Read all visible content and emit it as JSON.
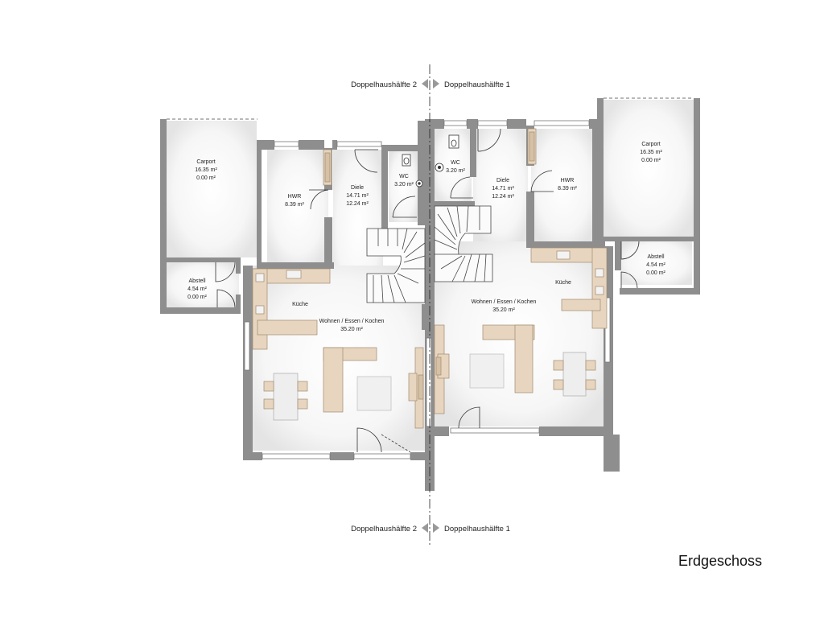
{
  "plan_title": "Erdgeschoss",
  "house_divider": {
    "left": "Doppelhaushälfte 2",
    "right": "Doppelhaushälfte 1"
  },
  "house2": {
    "carport": {
      "name": "Carport",
      "area": "16.35 m²",
      "area2": "0.00 m²"
    },
    "abstell": {
      "name": "Abstell",
      "area": "4.54 m²",
      "area2": "0.00 m²"
    },
    "hwr": {
      "name": "HWR",
      "area": "8.39 m²"
    },
    "diele": {
      "name": "Diele",
      "area": "14.71 m²",
      "area2": "12.24 m²"
    },
    "wc": {
      "name": "WC",
      "area": "3.20 m²"
    },
    "kueche": {
      "name": "Küche"
    },
    "wohnen": {
      "name": "Wohnen / Essen / Kochen",
      "area": "35.20 m²"
    }
  },
  "house1": {
    "carport": {
      "name": "Carport",
      "area": "16.35 m²",
      "area2": "0.00 m²"
    },
    "abstell": {
      "name": "Abstell",
      "area": "4.54 m²",
      "area2": "0.00 m²"
    },
    "hwr": {
      "name": "HWR",
      "area": "8.39 m²"
    },
    "diele": {
      "name": "Diele",
      "area": "14.71 m²",
      "area2": "12.24 m²"
    },
    "wc": {
      "name": "WC",
      "area": "3.20 m²"
    },
    "kueche": {
      "name": "Küche"
    },
    "wohnen": {
      "name": "Wohnen / Essen / Kochen",
      "area": "35.20 m²"
    }
  },
  "colors": {
    "wall": "#8e8e8e",
    "furniture": "#e7d5bf",
    "furniture_stroke": "#a08a70",
    "window": "#ffffff"
  }
}
